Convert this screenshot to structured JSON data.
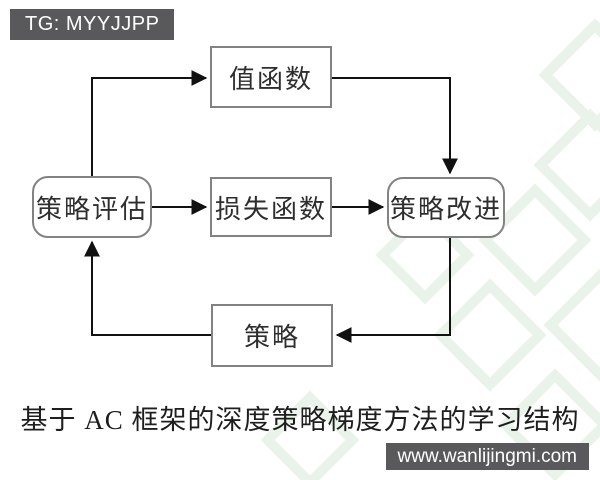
{
  "badges": {
    "top_left": {
      "label": "TG: MYYJJPP"
    },
    "bottom_right": {
      "label": "www.wanlijingmi.com"
    }
  },
  "diagram": {
    "nodes": [
      {
        "id": "value-function",
        "label": "值函数",
        "shape": "rectangle"
      },
      {
        "id": "policy-evaluation",
        "label": "策略评估",
        "shape": "rounded-rectangle"
      },
      {
        "id": "loss-function",
        "label": "损失函数",
        "shape": "rectangle"
      },
      {
        "id": "policy-improvement",
        "label": "策略改进",
        "shape": "rounded-rectangle"
      },
      {
        "id": "policy",
        "label": "策略",
        "shape": "rectangle"
      }
    ],
    "edges": [
      {
        "from": "policy-evaluation",
        "to": "value-function"
      },
      {
        "from": "value-function",
        "to": "policy-improvement"
      },
      {
        "from": "policy-evaluation",
        "to": "loss-function"
      },
      {
        "from": "loss-function",
        "to": "policy-improvement"
      },
      {
        "from": "policy-improvement",
        "to": "policy"
      },
      {
        "from": "policy",
        "to": "policy-evaluation"
      }
    ]
  },
  "caption": "基于 AC 框架的深度策略梯度方法的学习结构",
  "colors": {
    "badge_background": "#59595b",
    "badge_text": "#ffffff",
    "node_border": "#828282",
    "node_text": "#2e2e2e",
    "arrow": "#111111",
    "caption_text": "#1e1e1e",
    "watermark": "#e7f1e5",
    "background": "#ffffff"
  }
}
